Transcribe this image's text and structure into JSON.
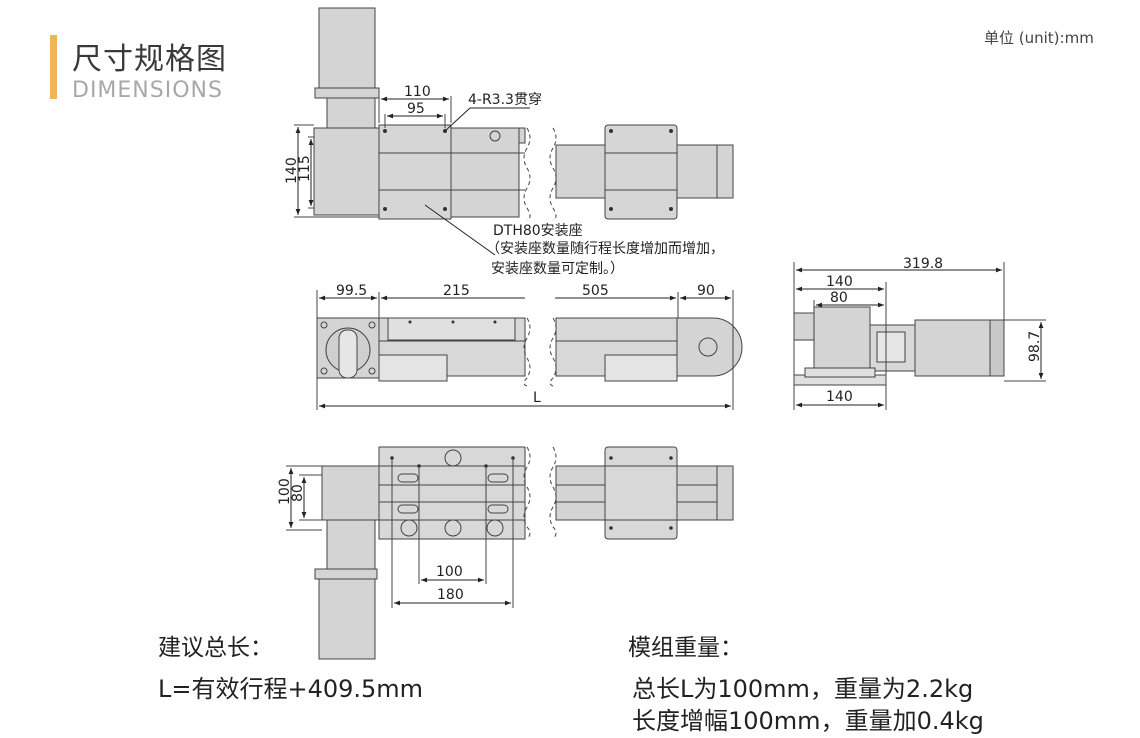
{
  "header": {
    "title_cn": "尺寸规格图",
    "title_en": "DIMENSIONS",
    "unit": "单位 (unit):mm"
  },
  "top_view": {
    "dims": {
      "d110": "110",
      "d95": "95",
      "d140": "140",
      "d115": "115"
    },
    "hole_note": "4-R3.3贯穿",
    "mount_label": "DTH80安装座",
    "mount_note_line1": "（安装座数量随行程长度增加而增加，",
    "mount_note_line2": "安装座数量可定制。）"
  },
  "front_view": {
    "dims": {
      "d99_5": "99.5",
      "d215": "215",
      "d505": "505",
      "d90": "90",
      "L": "L"
    }
  },
  "side_view": {
    "dims": {
      "d319_8": "319.8",
      "d140_top": "140",
      "d80": "80",
      "d98_7": "98.7",
      "d140_bottom": "140"
    }
  },
  "bottom_view": {
    "dims": {
      "d100_h": "100",
      "d80_h": "80",
      "d100_w": "100",
      "d180": "180"
    }
  },
  "notes": {
    "length_heading": "建议总长：",
    "length_formula": "L=有效行程+409.5mm",
    "weight_heading": "模组重量：",
    "weight_line1": "总长L为100mm，重量为2.2kg",
    "weight_line2": "长度增幅100mm，重量加0.4kg"
  }
}
